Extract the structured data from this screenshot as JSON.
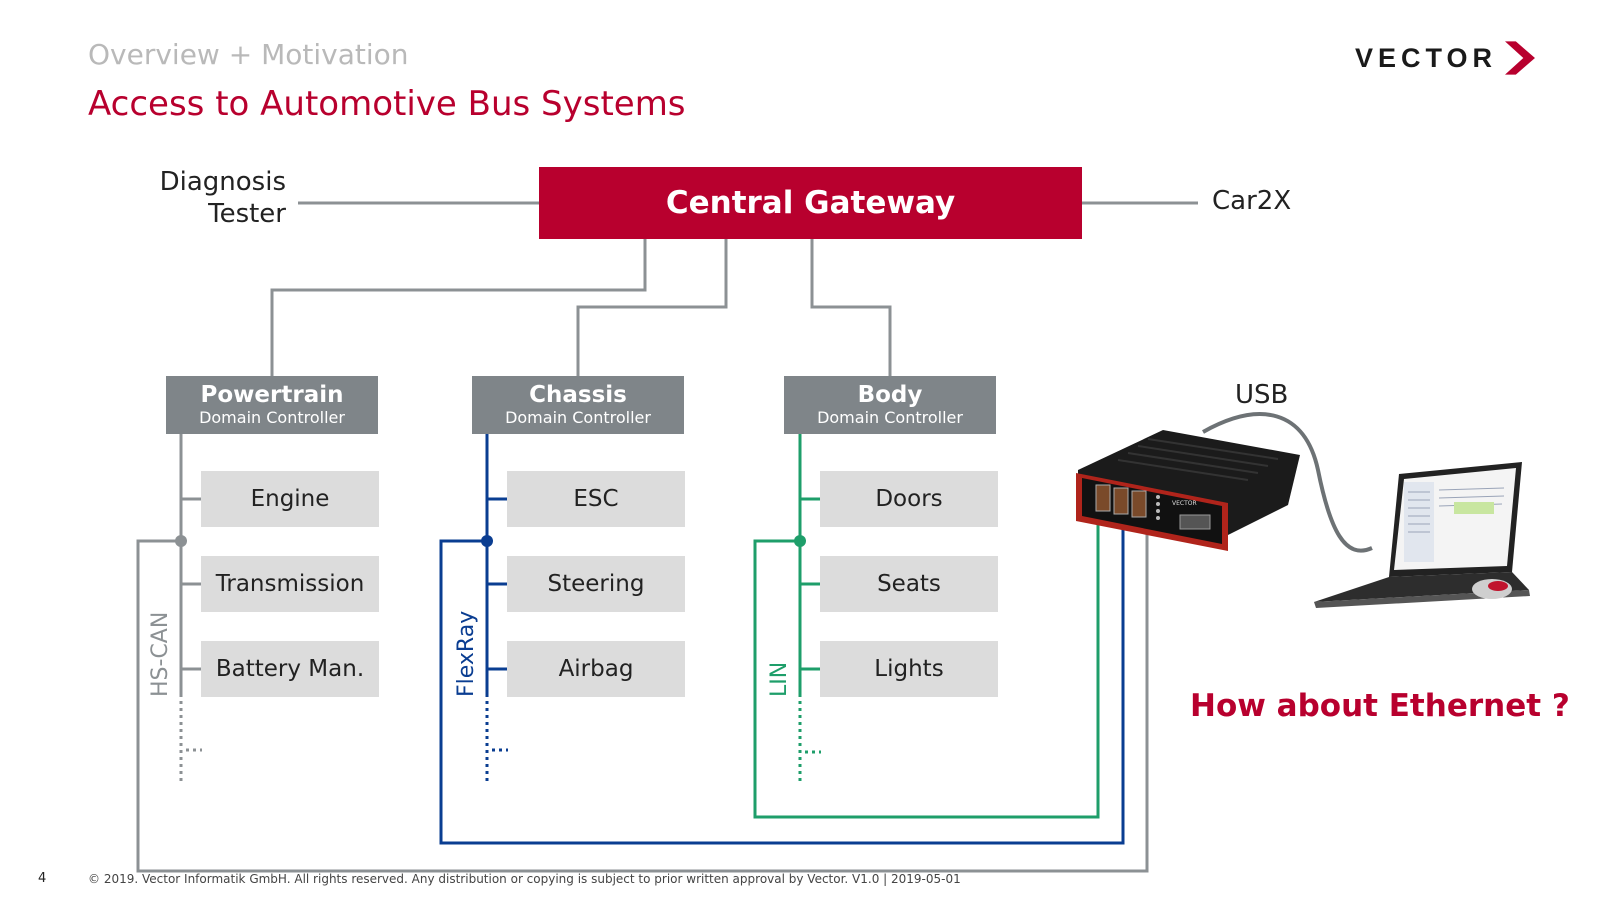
{
  "header": {
    "section": "Overview + Motivation",
    "title": "Access to Automotive Bus Systems",
    "logo_text": "VECTOR",
    "brand_color": "#b8002e"
  },
  "diagram": {
    "gateway": "Central Gateway",
    "diagnosis_tester": [
      "Diagnosis",
      "Tester"
    ],
    "car2x": "Car2X",
    "usb_label": "USB",
    "domain_subtitle": "Domain Controller",
    "domains": [
      {
        "name": "Powertrain",
        "bus": "HS-CAN",
        "bus_color": "#8c9194",
        "ecus": [
          "Engine",
          "Transmission",
          "Battery Man."
        ]
      },
      {
        "name": "Chassis",
        "bus": "FlexRay",
        "bus_color": "#0a3d91",
        "ecus": [
          "ESC",
          "Steering",
          "Airbag"
        ]
      },
      {
        "name": "Body",
        "bus": "LIN",
        "bus_color": "#1e9e6a",
        "ecus": [
          "Doors",
          "Seats",
          "Lights"
        ]
      }
    ],
    "continuation_marker": "...",
    "question": "How about Ethernet ?",
    "icons": [
      "vector-interface-device",
      "laptop-icon",
      "mouse-icon"
    ]
  },
  "footer": {
    "page_number": "4",
    "copyright": "© 2019. Vector Informatik GmbH. All rights reserved. Any distribution or copying is subject to prior written approval by Vector. V1.0 | 2019-05-01"
  }
}
